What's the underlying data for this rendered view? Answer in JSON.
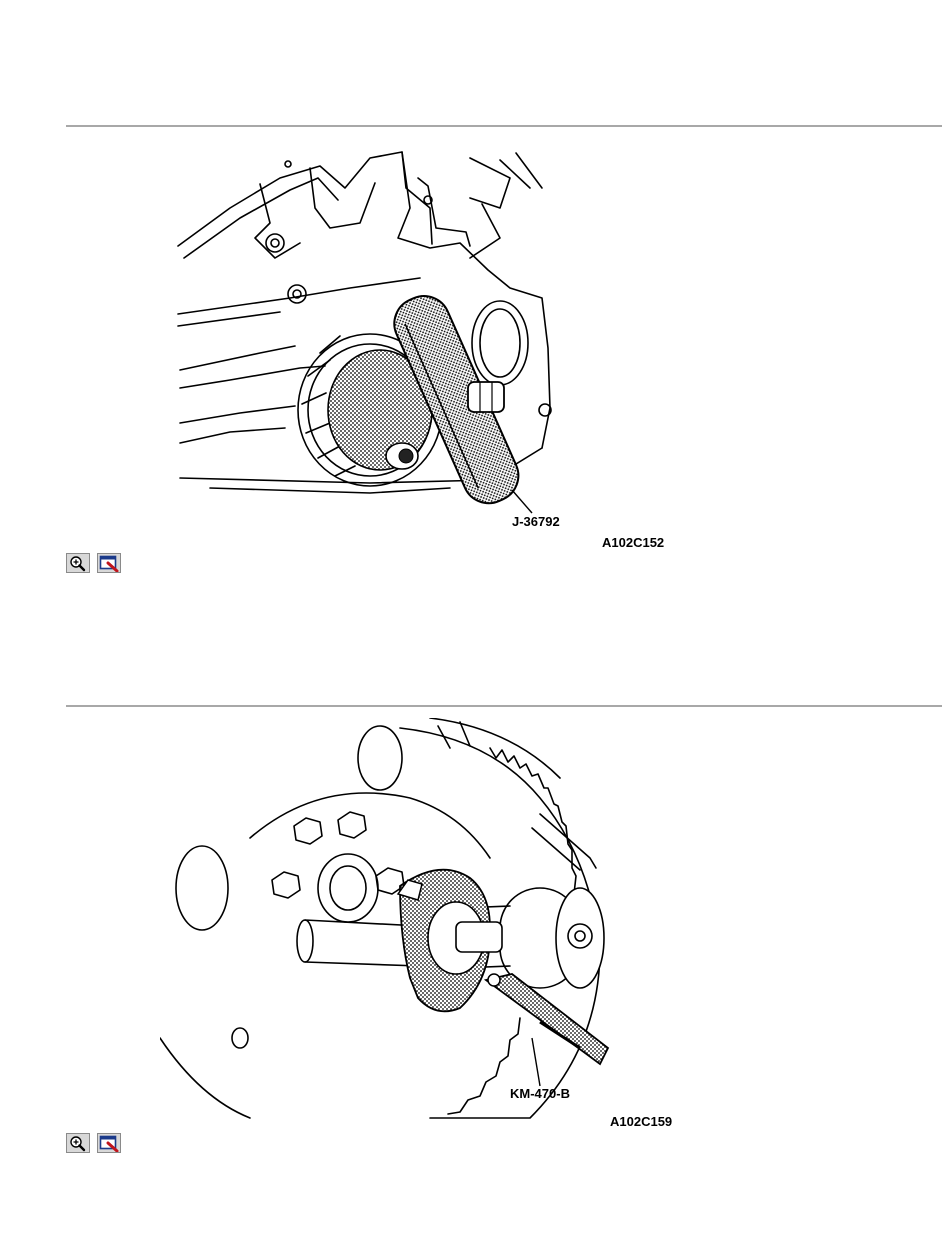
{
  "figures": [
    {
      "tool_label": "J-36792",
      "figure_id": "A102C152",
      "toolbar": {
        "zoom": "zoom-in-icon",
        "view": "view-window-icon"
      }
    },
    {
      "tool_label": "KM-470-B",
      "figure_id": "A102C159",
      "toolbar": {
        "zoom": "zoom-in-icon",
        "view": "view-window-icon"
      }
    }
  ]
}
